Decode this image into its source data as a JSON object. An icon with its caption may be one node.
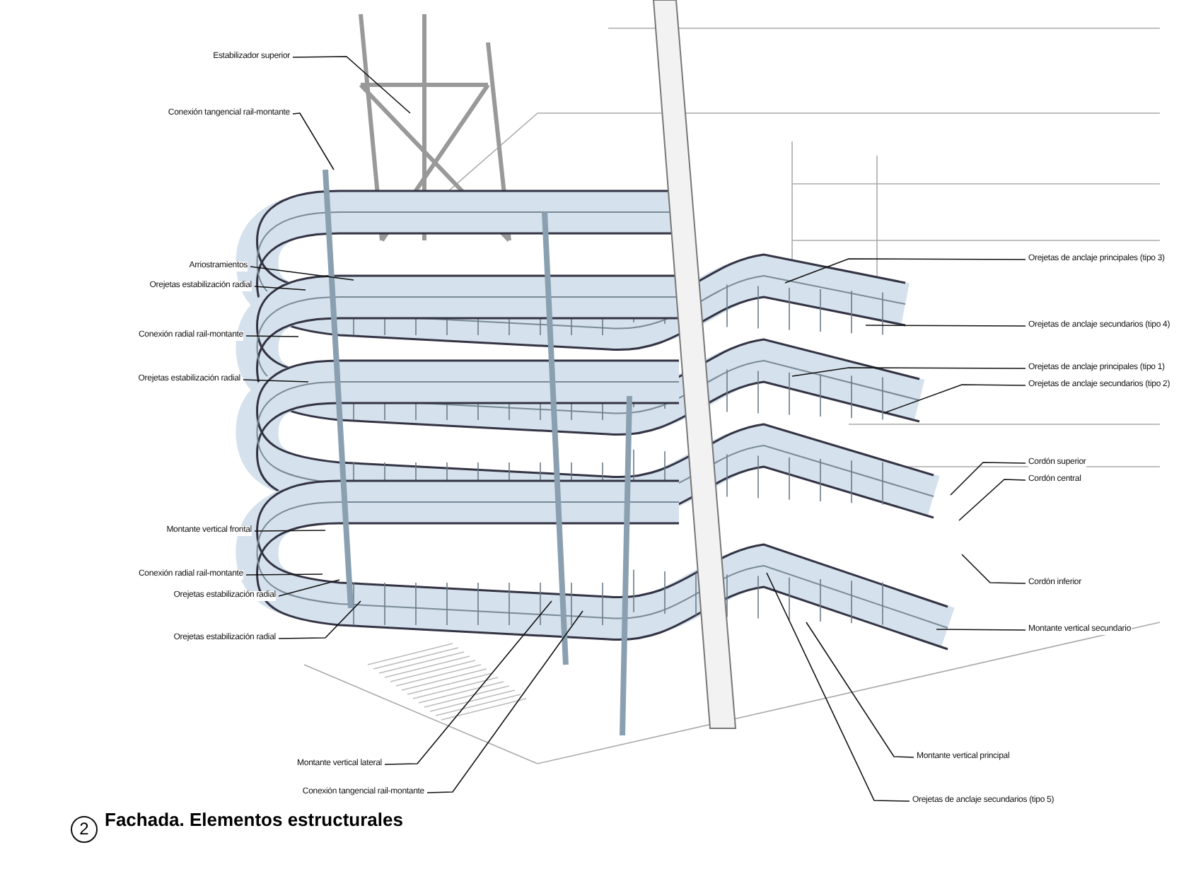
{
  "diagram": {
    "title": "Fachada. Elementos estructurales",
    "nodes": [
      {
        "text": [
          "Estabilizador superior"
        ]
      },
      {
        "text": [
          "Conexión tangencial rail-montante"
        ]
      },
      {
        "text": [
          "Arriostramientos"
        ]
      },
      {
        "text": [
          "Orejetas estabilización radial"
        ]
      },
      {
        "text": [
          "Conexión radial rail-montante"
        ]
      },
      {
        "text": [
          "Orejetas estabilización radial"
        ]
      },
      {
        "text": [
          "Montante vertical frontal"
        ]
      },
      {
        "text": [
          "Conexión radial rail-montante"
        ]
      },
      {
        "text": [
          "Orejetas estabilización radial"
        ]
      },
      {
        "text": [
          "Orejetas estabilización radial"
        ]
      },
      {
        "text": [
          "Montante vertical lateral"
        ]
      },
      {
        "text": [
          "Conexión tangencial rail-montante"
        ]
      },
      {
        "text": [
          "Orejetas de anclaje principales (tipo 3)"
        ]
      },
      {
        "text": [
          "Orejetas de anclaje secundarios (tipo 4)"
        ]
      },
      {
        "text": [
          "Orejetas de anclaje principales (tipo 1)"
        ]
      },
      {
        "text": [
          "Orejetas de anclaje secundarios (tipo 2)"
        ]
      },
      {
        "text": [
          "Cordón superior"
        ]
      },
      {
        "text": [
          "Cordón central"
        ]
      },
      {
        "text": [
          "Cordón inferior"
        ]
      },
      {
        "text": [
          "Montante vertical secundario"
        ]
      },
      {
        "text": [
          "Montante vertical principal"
        ]
      },
      {
        "text": [
          "Orejetas de anclaje secundarios (tipo 5)"
        ]
      }
    ],
    "edges": [
      {
        "from": 0,
        "to": null,
        "arrow": "none"
      },
      {
        "from": 1,
        "to": null,
        "arrow": "none"
      },
      {
        "from": 2,
        "to": null,
        "arrow": "none"
      },
      {
        "from": 3,
        "to": null,
        "arrow": "none"
      },
      {
        "from": 4,
        "to": null,
        "arrow": "none"
      },
      {
        "from": 5,
        "to": null,
        "arrow": "none"
      },
      {
        "from": 6,
        "to": null,
        "arrow": "none"
      },
      {
        "from": 7,
        "to": null,
        "arrow": "none"
      },
      {
        "from": 8,
        "to": null,
        "arrow": "none"
      },
      {
        "from": 9,
        "to": null,
        "arrow": "none"
      },
      {
        "from": 10,
        "to": null,
        "arrow": "none"
      },
      {
        "from": 11,
        "to": null,
        "arrow": "none"
      },
      {
        "from": 12,
        "to": null,
        "arrow": "none"
      },
      {
        "from": 13,
        "to": null,
        "arrow": "none"
      },
      {
        "from": 14,
        "to": null,
        "arrow": "none"
      },
      {
        "from": 15,
        "to": null,
        "arrow": "none"
      },
      {
        "from": 16,
        "to": null,
        "arrow": "none"
      },
      {
        "from": 17,
        "to": null,
        "arrow": "none"
      },
      {
        "from": 18,
        "to": null,
        "arrow": "none"
      },
      {
        "from": 19,
        "to": null,
        "arrow": "none"
      },
      {
        "from": 20,
        "to": null,
        "arrow": "none"
      },
      {
        "from": 21,
        "to": null,
        "arrow": "none"
      }
    ],
    "labels": [
      "2"
    ]
  }
}
